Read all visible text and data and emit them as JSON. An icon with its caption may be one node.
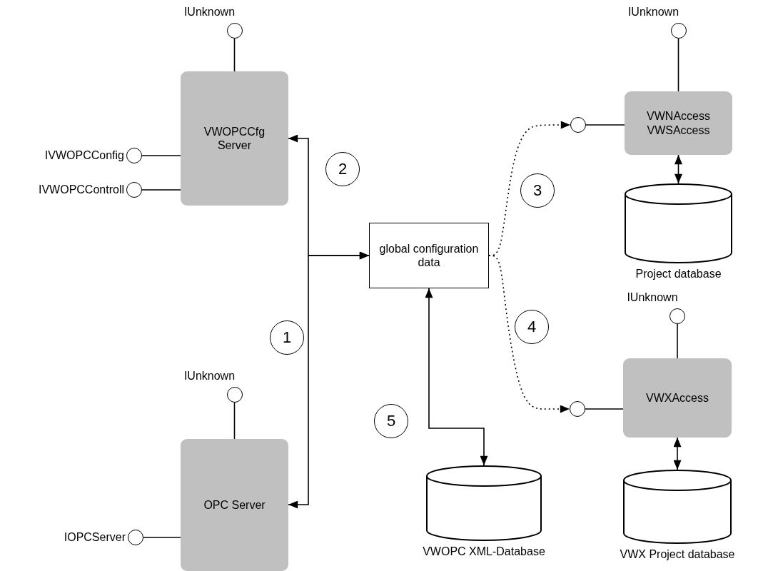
{
  "diagram": {
    "nodes": [
      {
        "text": [
          "VWOPCCfg Server"
        ]
      },
      {
        "text": [],
        "shape": "circle",
        "beside": [
          "IUnknown"
        ]
      },
      {
        "text": [],
        "shape": "circle",
        "beside": [
          "IVWOPCConfig"
        ]
      },
      {
        "text": [],
        "shape": "circle",
        "beside": [
          "IVWOPCControll"
        ]
      },
      {
        "text": [
          "OPC Server"
        ]
      },
      {
        "text": [],
        "shape": "circle",
        "beside": [
          "IUnknown"
        ]
      },
      {
        "text": [],
        "shape": "circle",
        "beside": [
          "IOPCServer"
        ]
      },
      {
        "text": [
          "global configuration data"
        ]
      },
      {
        "text": [
          "VWNAccess VWSAccess"
        ]
      },
      {
        "text": [],
        "shape": "circle",
        "beside": [
          "IUnknown"
        ]
      },
      {
        "text": [],
        "shape": "circle"
      },
      {
        "text": [],
        "shape": "cylinder",
        "beside": [
          "Project database"
        ]
      },
      {
        "text": [
          "VWXAccess"
        ]
      },
      {
        "text": [],
        "shape": "circle",
        "beside": [
          "IUnknown"
        ]
      },
      {
        "text": [],
        "shape": "circle"
      },
      {
        "text": [],
        "shape": "cylinder",
        "beside": [
          "VWX Project database"
        ]
      },
      {
        "text": [],
        "shape": "cylinder",
        "beside": [
          "VWOPC XML-Database"
        ]
      },
      {
        "text": [
          "1"
        ]
      },
      {
        "text": [
          "2"
        ]
      },
      {
        "text": [
          "3"
        ]
      },
      {
        "text": [
          "4"
        ]
      },
      {
        "text": [
          "5"
        ]
      }
    ],
    "edges": [
      {
        "from": 1,
        "to": 0,
        "arrow": "none"
      },
      {
        "from": 2,
        "to": 0,
        "arrow": "none"
      },
      {
        "from": 3,
        "to": 0,
        "arrow": "none"
      },
      {
        "from": 5,
        "to": 4,
        "arrow": "none"
      },
      {
        "from": 6,
        "to": 4,
        "arrow": "none"
      },
      {
        "from": 7,
        "to": 0,
        "arrow": "both"
      },
      {
        "from": 7,
        "to": 4,
        "arrow": "both"
      },
      {
        "from": 7,
        "to": 10,
        "arrow": "to",
        "style": "dashed"
      },
      {
        "from": 7,
        "to": 14,
        "arrow": "to",
        "style": "dashed"
      },
      {
        "from": 9,
        "to": 8,
        "arrow": "none"
      },
      {
        "from": 10,
        "to": 8,
        "arrow": "none"
      },
      {
        "from": 8,
        "to": 11,
        "arrow": "both"
      },
      {
        "from": 13,
        "to": 12,
        "arrow": "none"
      },
      {
        "from": 14,
        "to": 12,
        "arrow": "none"
      },
      {
        "from": 12,
        "to": 15,
        "arrow": "both"
      },
      {
        "from": 7,
        "to": 16,
        "arrow": "both"
      }
    ]
  }
}
